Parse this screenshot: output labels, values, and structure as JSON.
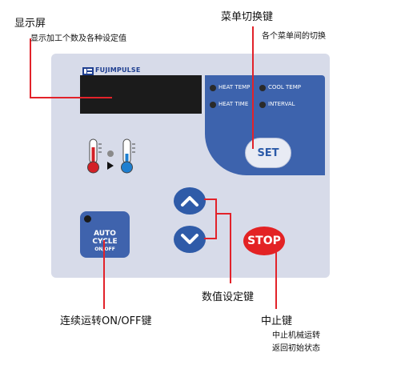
{
  "colors": {
    "panel": "#d7dbe9",
    "accent_blue": "#3d63ad",
    "display": "#1b1b1b",
    "stop_red": "#e32224",
    "callout_red": "#e2222a"
  },
  "callouts": {
    "display": {
      "title": "显示屏",
      "desc": "显示加工个数及各种设定值"
    },
    "set": {
      "title": "菜单切换键",
      "desc": "各个菜单间的切换"
    },
    "value": {
      "title": "数值设定键"
    },
    "autocycle": {
      "title": "连续运转ON/OFF键"
    },
    "stop": {
      "title": "中止键",
      "desc_line1": "中止机械运转",
      "desc_line2": "返回初始状态"
    }
  },
  "panel": {
    "brand": "FUJIMPULSE",
    "indicators": [
      {
        "label": "HEAT TEMP"
      },
      {
        "label": "COOL TEMP"
      },
      {
        "label": "HEAT TIME"
      },
      {
        "label": "INTERVAL"
      }
    ],
    "set_label": "SET",
    "stop_label": "STOP",
    "auto_line1": "AUTO",
    "auto_line2": "CYCLE",
    "auto_line3": "ON/OFF",
    "thermo_icon": "thermometer-hot-cold-icon",
    "up_icon": "chevron-up-icon",
    "down_icon": "chevron-down-icon"
  }
}
